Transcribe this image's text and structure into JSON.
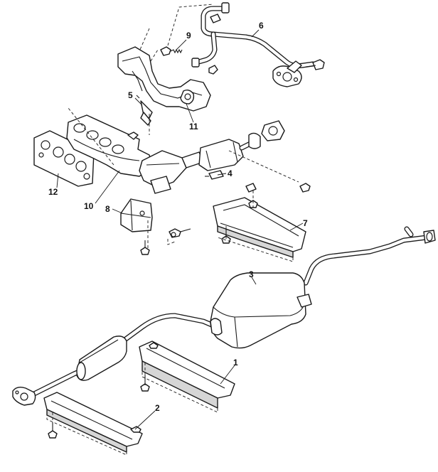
{
  "callouts": {
    "c1": "1",
    "c2": "2",
    "c3": "3",
    "c4": "4",
    "c5": "5",
    "c6": "6",
    "c7": "7",
    "c8": "8",
    "c9": "9",
    "c10": "10",
    "c11": "11",
    "c12": "12"
  },
  "colors": {
    "line": "#1a1a1a",
    "shade": "#d6d6d6",
    "background": "#ffffff"
  }
}
